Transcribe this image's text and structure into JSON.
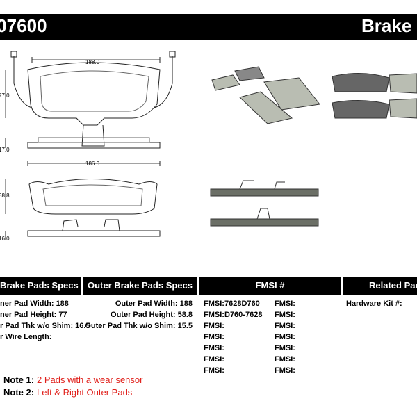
{
  "header": {
    "part_number": ".07600",
    "title": "Brake P"
  },
  "dimensions": {
    "top_width": "188.0",
    "top_height": "77.0",
    "top_thickness": "17.0",
    "bottom_width": "186.0",
    "bottom_height": "58.8",
    "bottom_thickness": "16.0"
  },
  "inner_specs": {
    "header": "Brake Pads Specs",
    "lines": [
      "ner Pad Width: 188",
      "ner Pad Height: 77",
      "r Pad Thk w/o Shim: 16.5",
      "r Wire Length:"
    ]
  },
  "outer_specs": {
    "header": "Outer Brake Pads Specs",
    "lines": [
      "Outer Pad Width: 188",
      "Outer Pad Height: 58.8",
      "Outer Pad Thk w/o Shim: 15.5"
    ]
  },
  "fmsi": {
    "header": "FMSI #",
    "col1": [
      {
        "label": "FMSI:",
        "value": "7628D760"
      },
      {
        "label": "FMSI:",
        "value": "D760-7628"
      },
      {
        "label": "FMSI:",
        "value": ""
      },
      {
        "label": "FMSI:",
        "value": ""
      },
      {
        "label": "FMSI:",
        "value": ""
      },
      {
        "label": "FMSI:",
        "value": ""
      },
      {
        "label": "FMSI:",
        "value": ""
      }
    ],
    "col2": [
      "FMSI:",
      "FMSI:",
      "FMSI:",
      "FMSI:",
      "FMSI:",
      "FMSI:",
      "FMSI:"
    ]
  },
  "related": {
    "header": "Related Par",
    "hardware_label": "Hardware Kit #:"
  },
  "notes": [
    {
      "label": "Note 1:",
      "text": "2 Pads with a wear sensor"
    },
    {
      "label": "Note 2:",
      "text": "Left & Right Outer Pads"
    }
  ],
  "colors": {
    "header_bg": "#000000",
    "note_text": "#e0201b",
    "pad_fill": "#b9bdb2"
  }
}
